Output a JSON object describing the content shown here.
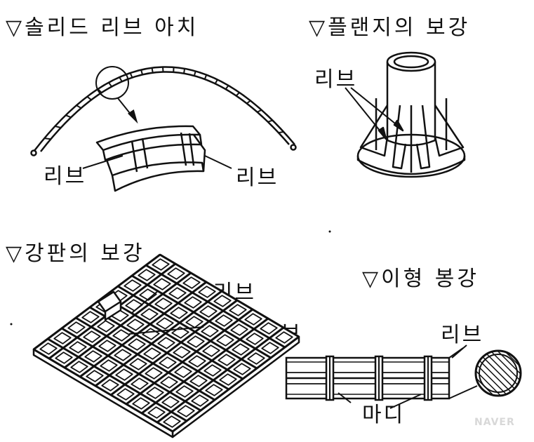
{
  "sections": {
    "arch": {
      "title": "▽솔리드 리브 아치",
      "rib_left": "리브",
      "rib_right": "리브"
    },
    "flange": {
      "title": "▽플랜지의 보강",
      "rib": "리브"
    },
    "plate": {
      "title": "▽강판의 보강",
      "vertical_rib": "세로 리브",
      "horizontal_rib": "가로 리브"
    },
    "bar": {
      "title": "▽이형 봉강",
      "rib": "리브",
      "node": "마디"
    }
  },
  "watermark": "NAVER"
}
